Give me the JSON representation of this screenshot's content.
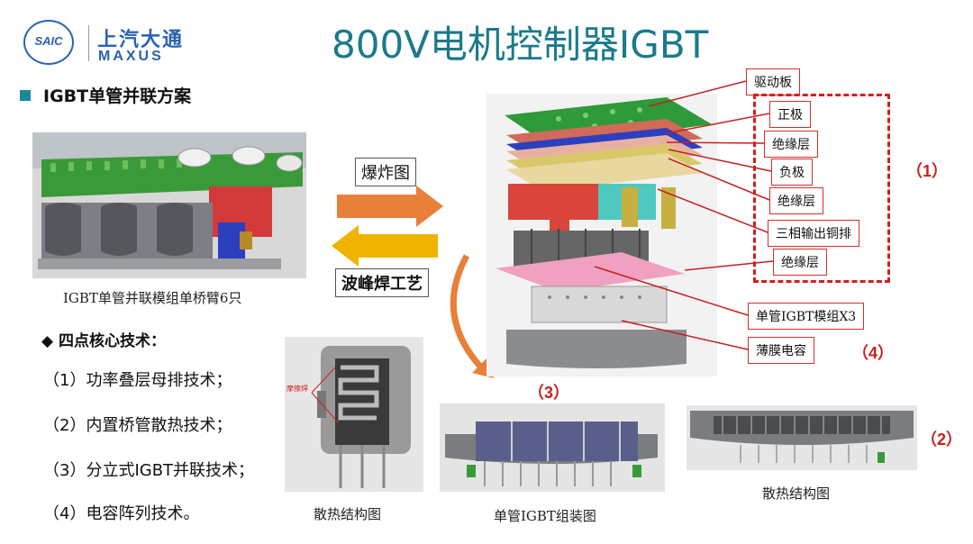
{
  "logo": {
    "badge": "SAIC",
    "cn": "上汽大通",
    "en": "MAXUS"
  },
  "title": "800V电机控制器IGBT",
  "section": "IGBT单管并联方案",
  "captions": {
    "module": "IGBT单管并联模组单桥臂6只",
    "heatsink_left": "散热结构图",
    "assembly": "单管IGBT组装图",
    "heatsink_right": "散热结构图"
  },
  "core": {
    "heading": "◆ 四点核心技术：",
    "items": [
      "（1）功率叠层母排技术；",
      "（2）内置桥管散热技术；",
      "（3）分立式IGBT并联技术；",
      "（4）电容阵列技术。"
    ]
  },
  "arrows": {
    "explode": "爆炸图",
    "wave": "波峰焊工艺"
  },
  "small_label": "摩擦焊",
  "callouts": [
    "驱动板",
    "正极",
    "绝缘层",
    "负极",
    "绝缘层",
    "三相输出铜排",
    "绝缘层",
    "单管IGBT模组X3",
    "薄膜电容"
  ],
  "marks": {
    "m1": "（1）",
    "m2": "（2）",
    "m3": "（3）",
    "m4": "（4）"
  },
  "colors": {
    "title": "#1b7a8c",
    "accent_red": "#c82020",
    "arrow_orange": "#e8803a",
    "arrow_yellow": "#f0b400",
    "logo_blue": "#2a62b0"
  }
}
